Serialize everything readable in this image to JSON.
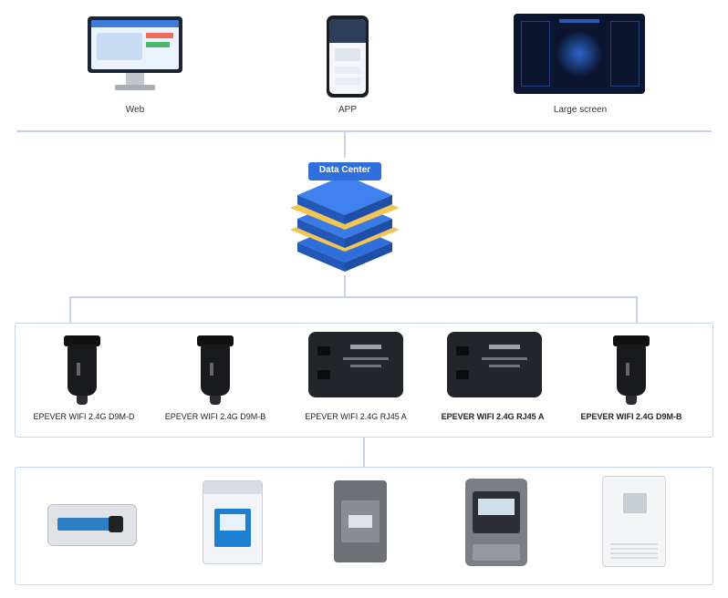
{
  "top_clients": [
    {
      "label": "Web"
    },
    {
      "label": "APP"
    },
    {
      "label": "Large screen"
    }
  ],
  "data_center": {
    "label": "Data Center"
  },
  "comm_modules": [
    {
      "label": "EPEVER WIFI 2.4G D9M-D"
    },
    {
      "label": "EPEVER WIFI 2.4G D9M-B"
    },
    {
      "label": "EPEVER WIFI 2.4G RJ45 A"
    },
    {
      "label": "EPEVER WIFI 2.4G RJ45 A"
    },
    {
      "label": "EPEVER WIFI 2.4G D9M-B"
    }
  ],
  "colors": {
    "connector_line": "#c8d3e6",
    "stack_blue": "#2f6fdc",
    "stack_gold": "#f3c552"
  }
}
